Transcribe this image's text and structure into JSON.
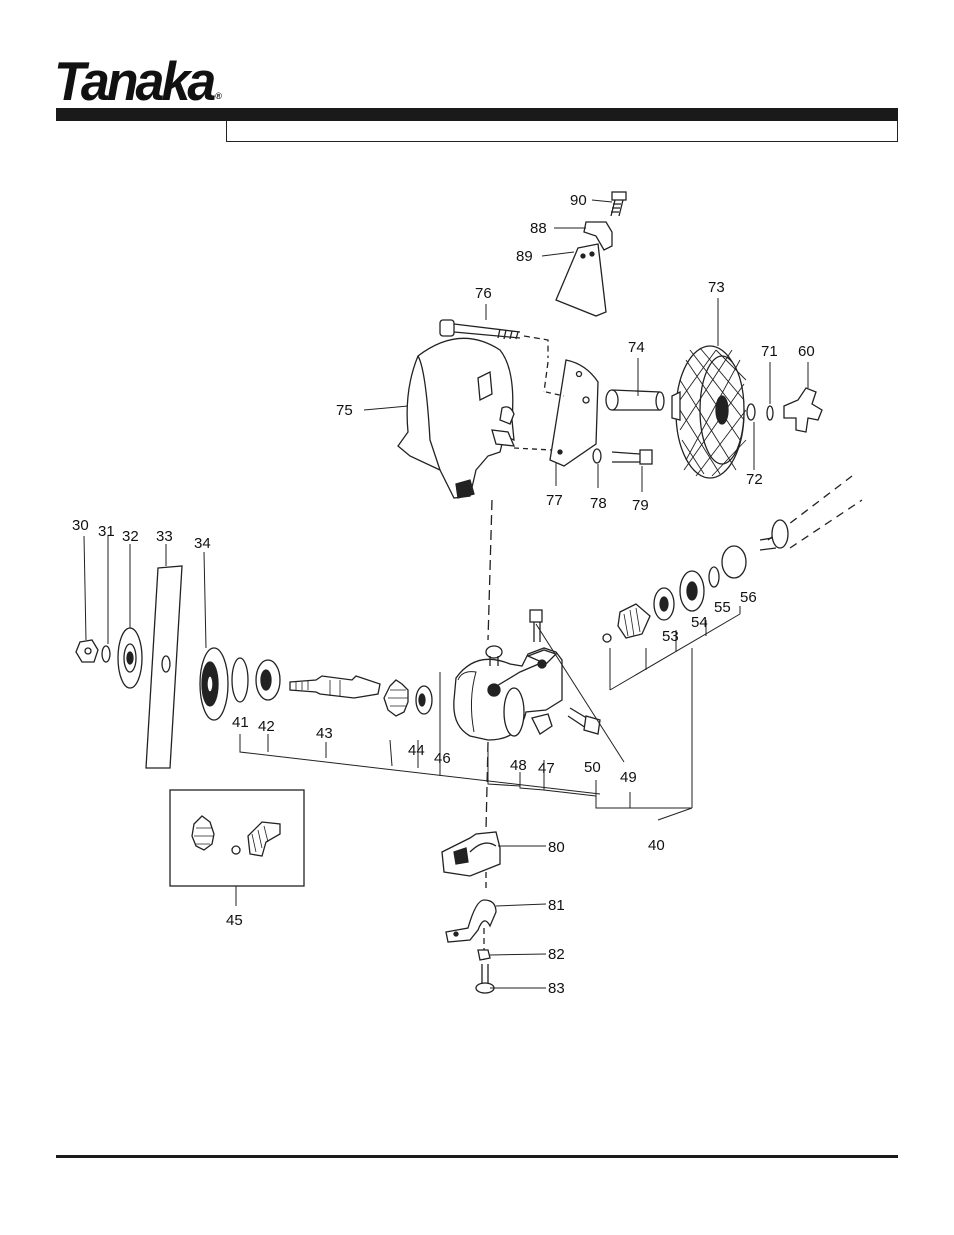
{
  "brand": {
    "name": "Tanaka",
    "mark": "®"
  },
  "labels": {
    "p90": "90",
    "p88": "88",
    "p89": "89",
    "p76": "76",
    "p73": "73",
    "p74": "74",
    "p71": "71",
    "p60": "60",
    "p75": "75",
    "p77": "77",
    "p78": "78",
    "p79": "79",
    "p72": "72",
    "p30": "30",
    "p31": "31",
    "p32": "32",
    "p33": "33",
    "p34": "34",
    "p41": "41",
    "p42": "42",
    "p43": "43",
    "p44": "44",
    "p46": "46",
    "p48": "48",
    "p47": "47",
    "p50": "50",
    "p49": "49",
    "p53": "53",
    "p54": "54",
    "p55": "55",
    "p56": "56",
    "p40": "40",
    "p45": "45",
    "p80": "80",
    "p81": "81",
    "p82": "82",
    "p83": "83"
  }
}
